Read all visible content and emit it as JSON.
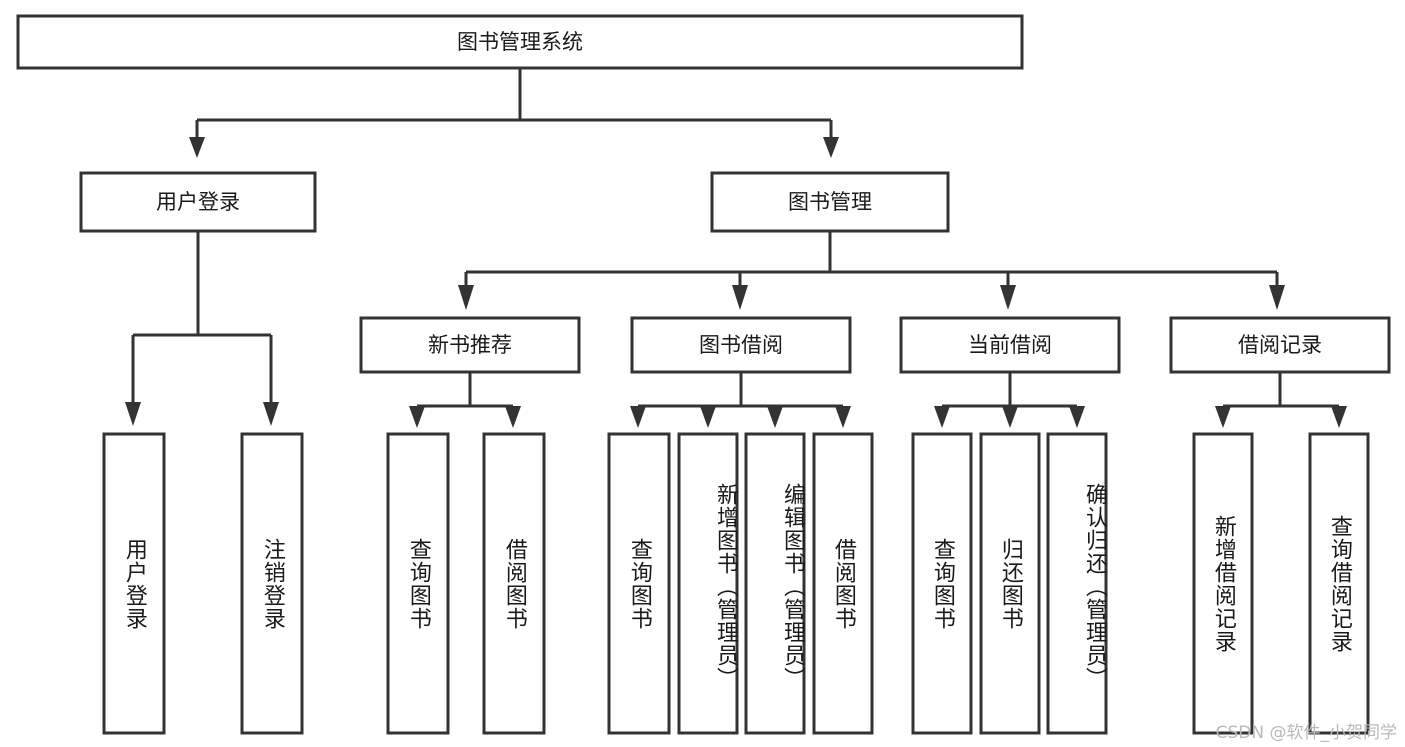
{
  "diagram": {
    "type": "tree",
    "title": "图书管理系统",
    "background": "#ffffff",
    "line_color": "#333333",
    "text_color": "#1a1a1a",
    "root": {
      "label": "图书管理系统"
    },
    "level2": [
      {
        "label": "用户登录"
      },
      {
        "label": "图书管理"
      }
    ],
    "level3": [
      {
        "label": "新书推荐"
      },
      {
        "label": "图书借阅"
      },
      {
        "label": "当前借阅"
      },
      {
        "label": "借阅记录"
      }
    ],
    "leaves": {
      "user_login": [
        {
          "label": "用户登录"
        },
        {
          "label": "注销登录"
        }
      ],
      "new_book_recommend": [
        {
          "label": "查询图书"
        },
        {
          "label": "借阅图书"
        }
      ],
      "book_borrow": [
        {
          "label": "查询图书"
        },
        {
          "label": "新增图书（管理员）"
        },
        {
          "label": "编辑图书（管理员）"
        },
        {
          "label": "借阅图书"
        }
      ],
      "current_borrow": [
        {
          "label": "查询图书"
        },
        {
          "label": "归还图书"
        },
        {
          "label": "确认归还（管理员）"
        }
      ],
      "borrow_record": [
        {
          "label": "新增借阅记录"
        },
        {
          "label": "查询借阅记录"
        }
      ]
    }
  },
  "watermark": {
    "text": "CSDN @软件_小贺同学",
    "color": "#b9b9b9"
  }
}
